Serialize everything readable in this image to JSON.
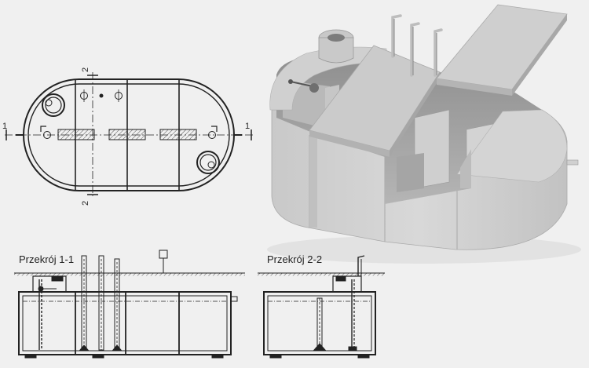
{
  "plan_view": {
    "section_marker_1": "1",
    "section_marker_2": "2"
  },
  "section_1_1": {
    "title": "Przekrój 1-1"
  },
  "section_2_2": {
    "title": "Przekrój 2-2"
  },
  "colors": {
    "background": "#f0f0f0",
    "line": "#222222",
    "concrete_light": "#dcdcdc",
    "concrete_mid": "#c4c4c4",
    "concrete_dark": "#9c9c9c"
  }
}
